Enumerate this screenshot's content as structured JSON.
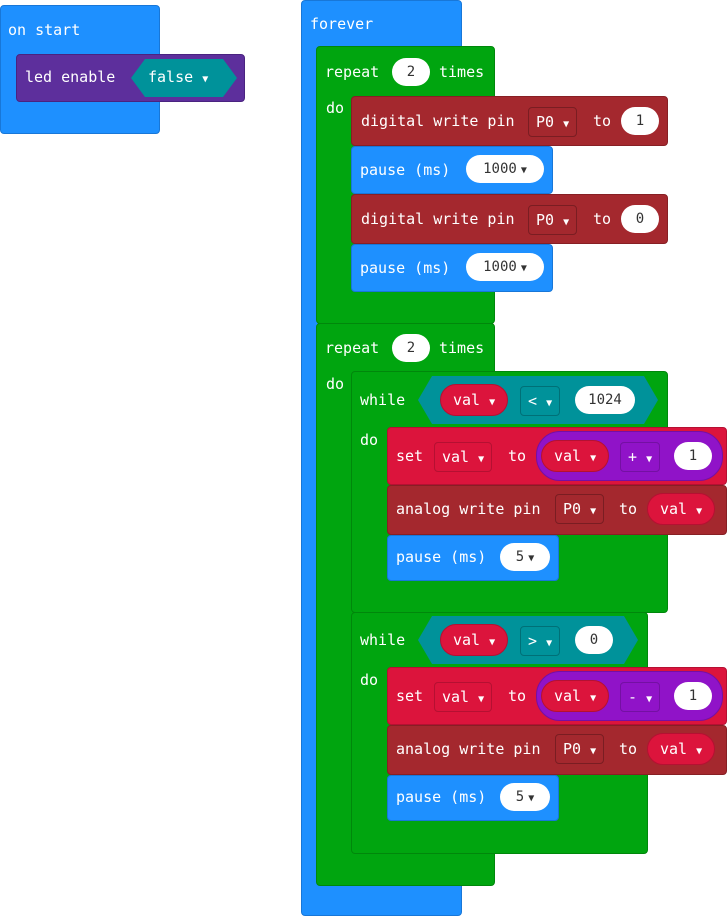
{
  "on_start": {
    "label": "on start",
    "led_enable": {
      "label": "led enable",
      "value": "false"
    }
  },
  "forever": {
    "label": "forever",
    "repeat1": {
      "label_repeat": "repeat",
      "count": "2",
      "label_times": "times",
      "label_do": "do",
      "dw1": {
        "label": "digital write pin",
        "pin": "P0",
        "to": "to",
        "value": "1"
      },
      "pause1": {
        "label": "pause (ms)",
        "value": "1000"
      },
      "dw2": {
        "label": "digital write pin",
        "pin": "P0",
        "to": "to",
        "value": "0"
      },
      "pause2": {
        "label": "pause (ms)",
        "value": "1000"
      }
    },
    "repeat2": {
      "label_repeat": "repeat",
      "count": "2",
      "label_times": "times",
      "label_do": "do",
      "while1": {
        "label_while": "while",
        "label_do": "do",
        "lhs": "val",
        "op": "<",
        "rhs": "1024",
        "set": {
          "label": "set",
          "var": "val",
          "to": "to",
          "lhs": "val",
          "op": "+",
          "rhs": "1"
        },
        "aw": {
          "label": "analog write pin",
          "pin": "P0",
          "to": "to",
          "value": "val"
        },
        "pause": {
          "label": "pause (ms)",
          "value": "5"
        }
      },
      "while2": {
        "label_while": "while",
        "label_do": "do",
        "lhs": "val",
        "op": ">",
        "rhs": "0",
        "set": {
          "label": "set",
          "var": "val",
          "to": "to",
          "lhs": "val",
          "op": "-",
          "rhs": "1"
        },
        "aw": {
          "label": "analog write pin",
          "pin": "P0",
          "to": "to",
          "value": "val"
        },
        "pause": {
          "label": "pause (ms)",
          "value": "5"
        }
      }
    }
  },
  "dropdown_icon": "caret-down-icon",
  "colors": {
    "basic": "#1e90ff",
    "loops": "#00a50f",
    "pins": "#a4282e",
    "variables": "#dc143c",
    "logic": "#00929a",
    "math": "#9013c8",
    "led": "#5d2f9c"
  }
}
